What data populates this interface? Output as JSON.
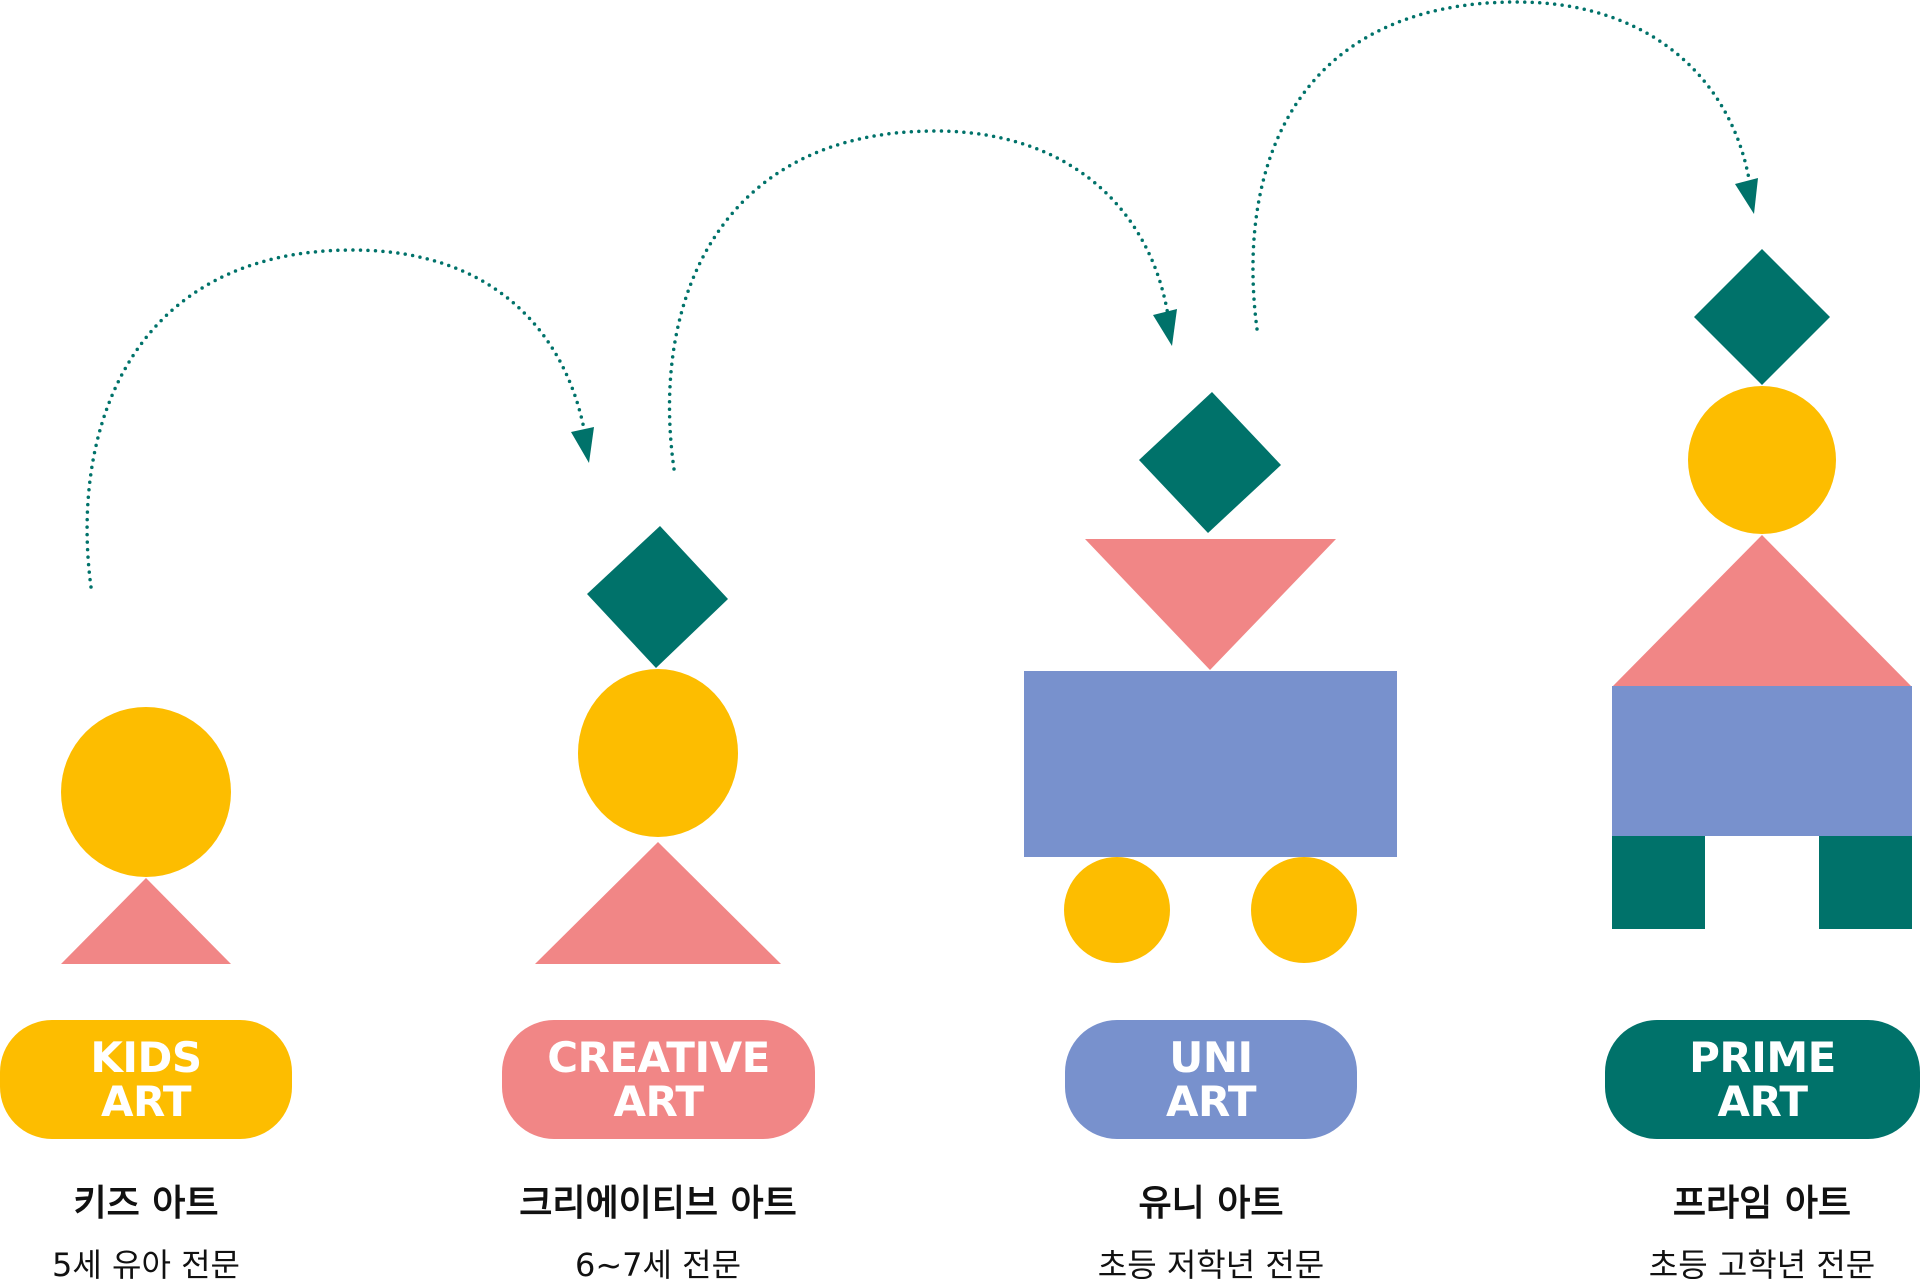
{
  "colors": {
    "yellow": "#FDBD00",
    "pink": "#F18686",
    "blue": "#7891CD",
    "teal": "#00726A",
    "text": "#111111",
    "white": "#FFFFFF"
  },
  "stages": [
    {
      "id": "kids",
      "badge_line1": "KIDS",
      "badge_line2": "ART",
      "badge_color": "#FDBD00",
      "title": "키즈 아트",
      "subtitle": "5세 유아 전문",
      "figure_shapes": [
        "circle",
        "triangle"
      ]
    },
    {
      "id": "creative",
      "badge_line1": "CREATIVE",
      "badge_line2": "ART",
      "badge_color": "#F18686",
      "title": "크리에이티브 아트",
      "subtitle": "6~7세 전문",
      "figure_shapes": [
        "diamond",
        "circle",
        "triangle"
      ]
    },
    {
      "id": "uni",
      "badge_line1": "UNI",
      "badge_line2": "ART",
      "badge_color": "#7891CD",
      "title": "유니 아트",
      "subtitle": "초등 저학년 전문",
      "figure_shapes": [
        "diamond",
        "inverted-triangle",
        "rectangle",
        "wheel",
        "wheel"
      ]
    },
    {
      "id": "prime",
      "badge_line1": "PRIME",
      "badge_line2": "ART",
      "badge_color": "#00726A",
      "title": "프라임 아트",
      "subtitle": "초등 고학년 전문",
      "figure_shapes": [
        "diamond",
        "circle",
        "triangle",
        "rectangle",
        "leg",
        "leg"
      ]
    }
  ],
  "progression_arrows": [
    {
      "from": "kids",
      "to": "creative",
      "style": "dotted-arc"
    },
    {
      "from": "creative",
      "to": "uni",
      "style": "dotted-arc"
    },
    {
      "from": "uni",
      "to": "prime",
      "style": "dotted-arc"
    }
  ]
}
